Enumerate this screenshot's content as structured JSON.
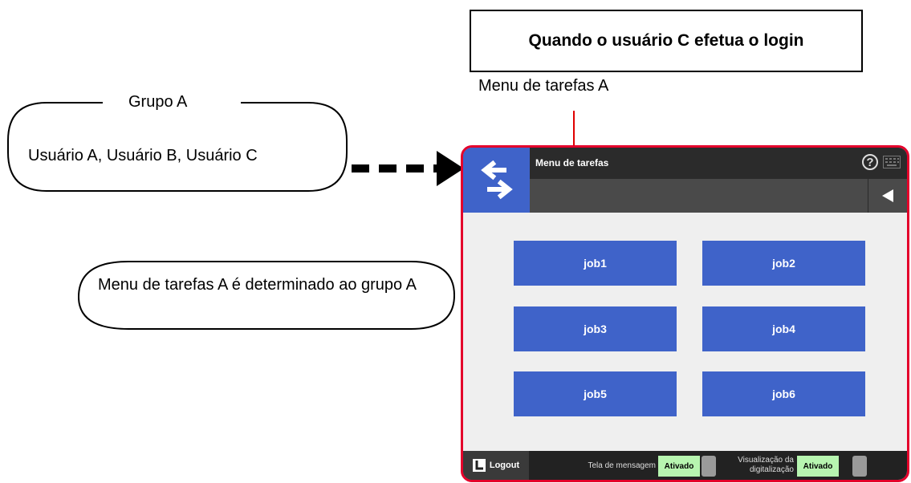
{
  "diagram": {
    "title": "Quando o usuário C efetua o login",
    "menu_caption": "Menu de tarefas A",
    "group_label": "Grupo A",
    "users": "Usuário A, Usuário B, Usuário C",
    "description": "Menu de tarefas A é determinado ao grupo A"
  },
  "device": {
    "header_title": "Menu de tarefas",
    "help_symbol": "?",
    "jobs": [
      "job1",
      "job2",
      "job3",
      "job4",
      "job5",
      "job6"
    ],
    "footer": {
      "logout_label": "Logout",
      "message_screen_label": "Tela de mensagem",
      "message_screen_value": "Ativado",
      "scan_preview_label": "Visualização da digitalização",
      "scan_preview_value": "Ativado"
    },
    "colors": {
      "accent": "#3f63c9",
      "highlight_border": "#e4002b",
      "toggle_on": "#b7f5b0"
    },
    "icons": [
      "swap-arrows-icon",
      "help-icon",
      "keyboard-icon",
      "back-arrow-icon",
      "logout-icon"
    ]
  }
}
